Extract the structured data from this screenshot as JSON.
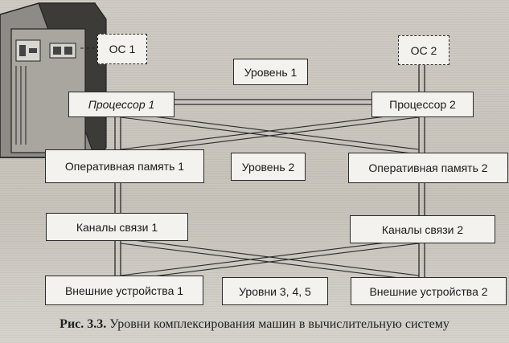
{
  "diagram": {
    "os1_label": "ОС 1",
    "os2_label": "ОС 2",
    "level1_label": "Уровень 1",
    "processor1_label": "Процессор 1",
    "processor2_label": "Процессор 2",
    "ram1_label": "Оперативная память 1",
    "level2_label": "Уровень 2",
    "ram2_label": "Оперативная память 2",
    "channels1_label": "Каналы связи 1",
    "channels2_label": "Каналы связи 2",
    "ext1_label": "Внешние устройства 1",
    "levels345_label": "Уровни 3, 4, 5",
    "ext2_label": "Внешние устройства 2"
  },
  "caption": {
    "number": "Рис. 3.3.",
    "text": "Уровни комплексирования машин в вычислительную систему"
  }
}
